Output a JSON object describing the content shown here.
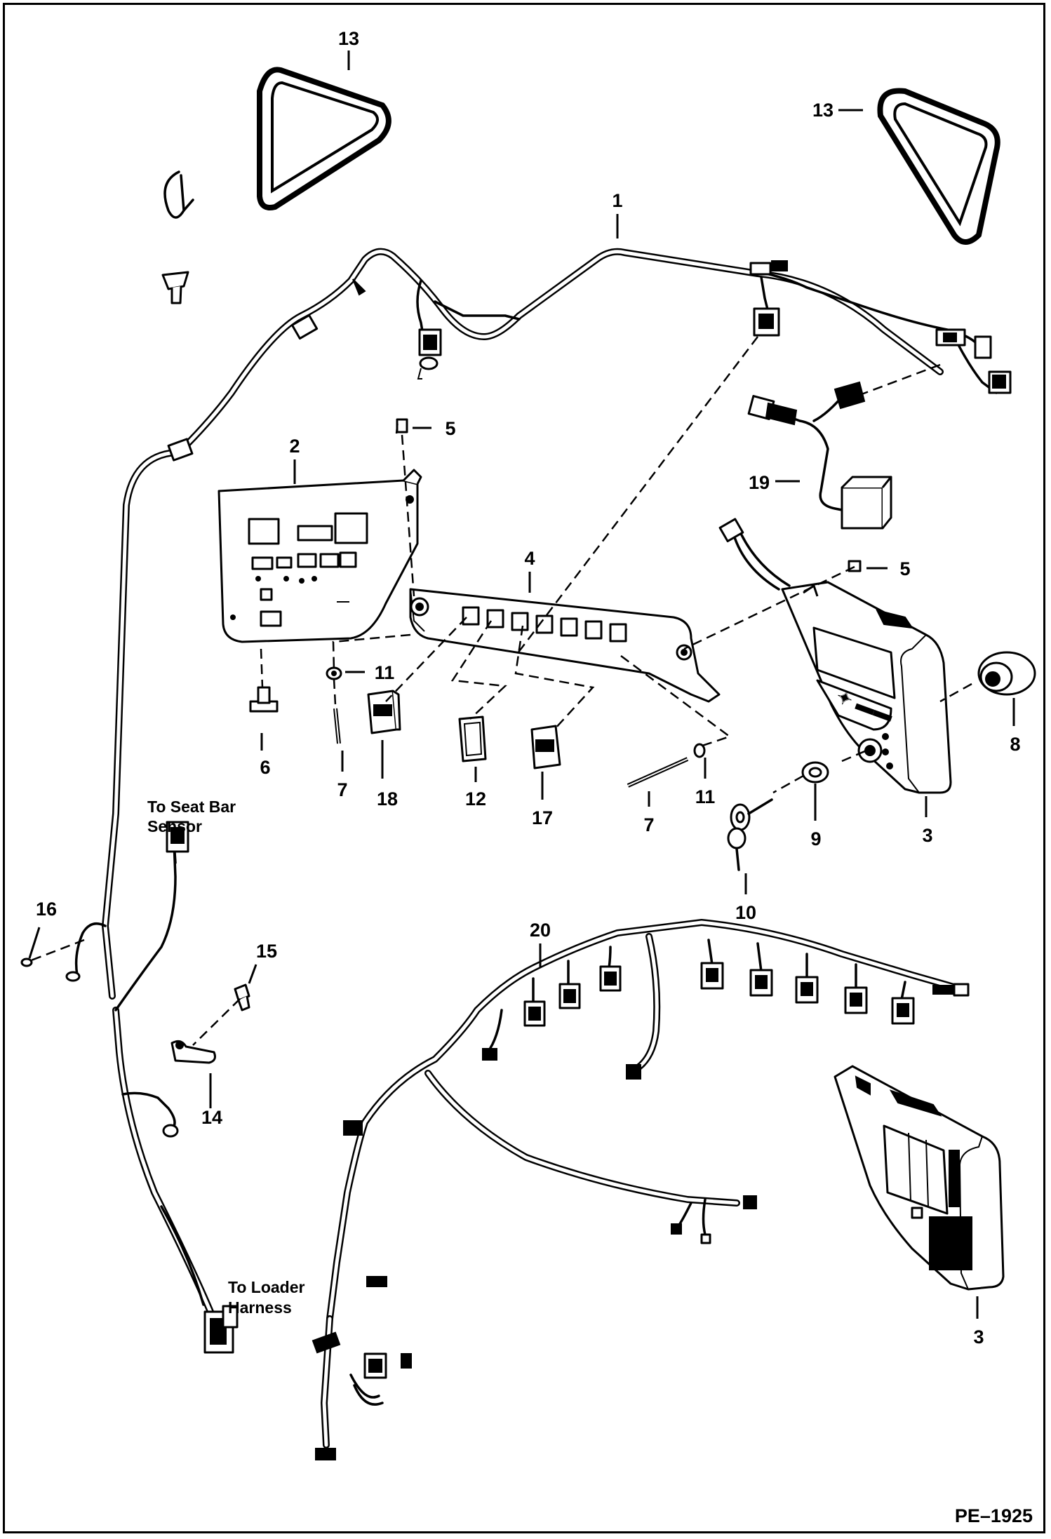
{
  "diagram": {
    "drawing_number": "PE–1925",
    "callouts": {
      "c13a": "13",
      "c13b": "13",
      "c1": "1",
      "c5a": "5",
      "c2": "2",
      "c4": "4",
      "c19": "19",
      "c5b": "5",
      "c11a": "11",
      "c6": "6",
      "c7a": "7",
      "c18": "18",
      "c12": "12",
      "c17": "17",
      "c7b": "7",
      "c11b": "11",
      "c8": "8",
      "c9": "9",
      "c3a": "3",
      "c10": "10",
      "c16": "16",
      "c15": "15",
      "c20": "20",
      "c14": "14",
      "c3b": "3"
    },
    "notes": {
      "seat_bar_line1": "To Seat Bar",
      "seat_bar_line2": "Sensor",
      "loader_line1": "To Loader",
      "loader_line2": "Harness"
    }
  }
}
